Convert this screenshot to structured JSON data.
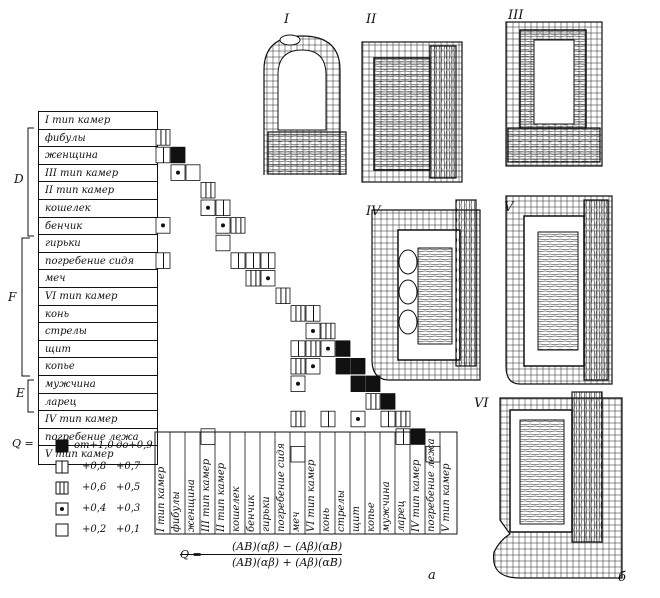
{
  "page_tag": "",
  "row_labels": [
    "I тип камер",
    "фибулы",
    "женщина",
    "III тип камер",
    "II тип камер",
    "кошелек",
    "бенчик",
    "гирьки",
    "погребение сидя",
    "меч",
    "VI тип камер",
    "конь",
    "стрелы",
    "щит",
    "копье",
    "мужчина",
    "ларец",
    "IV тип камер",
    "погребение лежа",
    "V тип камер"
  ],
  "column_labels": [
    "I тип камер",
    "фибулы",
    "женщина",
    "III тип камер",
    "II тип камер",
    "кошелек",
    "бенчик",
    "гирьки",
    "погребение сидя",
    "меч",
    "VI тип камер",
    "конь",
    "стрелы",
    "щит",
    "копье",
    "мужчина",
    "ларец",
    "IV тип камер",
    "погребение лежа",
    "V тип камер"
  ],
  "group_labels": {
    "d": "D",
    "f": "F",
    "e": "E"
  },
  "legend": {
    "q": "Q =",
    "items": [
      {
        "left": "от+1,0",
        "right": "до+0,9"
      },
      {
        "left": "+0,8",
        "right": "+0,7"
      },
      {
        "left": "+0,6",
        "right": "+0,5"
      },
      {
        "left": "+0,4",
        "right": "+0,3"
      },
      {
        "left": "+0,2",
        "right": "+0,1"
      }
    ]
  },
  "formula": {
    "lhs": "Q =",
    "numerator": "(AB)(αβ) − (Aβ)(αB)",
    "denominator": "(AB)(αβ) + (Aβ)(αB)"
  },
  "figure_labels": {
    "I": "I",
    "II": "II",
    "III": "III",
    "IV": "IV",
    "V": "V",
    "VI": "VI",
    "a": "а",
    "b": "б"
  },
  "matrix_cells": [
    [
      1,
      0,
      3
    ],
    [
      2,
      0,
      2
    ],
    [
      2,
      1,
      1
    ],
    [
      3,
      1,
      4
    ],
    [
      3,
      2,
      5
    ],
    [
      4,
      3,
      3
    ],
    [
      5,
      3,
      4
    ],
    [
      5,
      4,
      2
    ],
    [
      6,
      4,
      4
    ],
    [
      7,
      4,
      5
    ],
    [
      6,
      5,
      3
    ],
    [
      8,
      5,
      2
    ],
    [
      8,
      6,
      2
    ],
    [
      9,
      6,
      3
    ],
    [
      8,
      7,
      2
    ],
    [
      9,
      7,
      4
    ],
    [
      10,
      8,
      3
    ],
    [
      11,
      9,
      3
    ],
    [
      11,
      10,
      2
    ],
    [
      12,
      10,
      4
    ],
    [
      12,
      11,
      3
    ],
    [
      13,
      11,
      4
    ],
    [
      13,
      12,
      1
    ],
    [
      14,
      12,
      1
    ],
    [
      15,
      13,
      1
    ],
    [
      14,
      13,
      1
    ],
    [
      15,
      14,
      1
    ],
    [
      16,
      14,
      3
    ],
    [
      16,
      15,
      1
    ],
    [
      17,
      15,
      2
    ],
    [
      17,
      16,
      3
    ],
    [
      18,
      17,
      1
    ],
    [
      19,
      18,
      5
    ],
    [
      8,
      0,
      2
    ],
    [
      13,
      9,
      2
    ],
    [
      14,
      9,
      3
    ],
    [
      15,
      9,
      4
    ],
    [
      13,
      10,
      3
    ],
    [
      14,
      10,
      4
    ],
    [
      17,
      9,
      3
    ],
    [
      17,
      11,
      2
    ],
    [
      17,
      13,
      4
    ],
    [
      18,
      3,
      5
    ],
    [
      18,
      16,
      2
    ],
    [
      19,
      9,
      5
    ],
    [
      6,
      0,
      4
    ]
  ]
}
